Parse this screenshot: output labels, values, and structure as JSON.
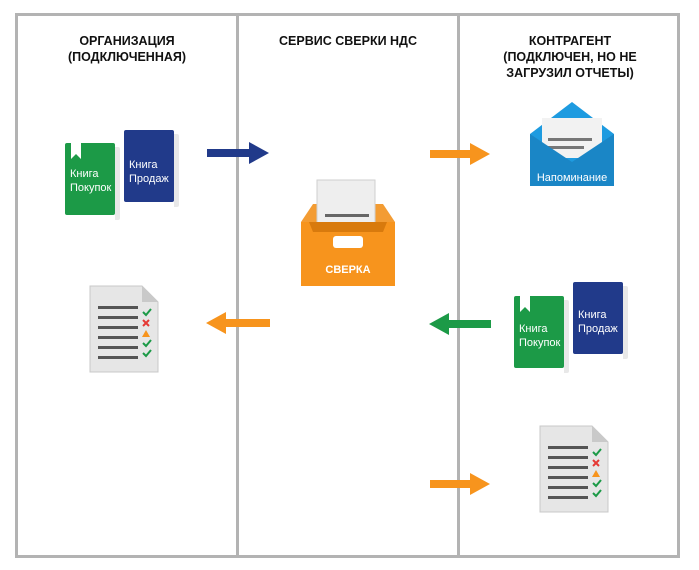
{
  "columns": [
    {
      "title_lines": [
        "ОРГАНИЗАЦИЯ",
        "(ПОДКЛЮЧЕННАЯ)"
      ]
    },
    {
      "title_lines": [
        "СЕРВИС СВЕРКИ НДС"
      ]
    },
    {
      "title_lines": [
        "КОНТРАГЕНТ",
        "(ПОДКЛЮЧЕН, НО НЕ",
        "ЗАГРУЗИЛ ОТЧЕТЫ)"
      ]
    }
  ],
  "books": {
    "purchases_lines": [
      "Книга",
      "Покупок"
    ],
    "sales_lines": [
      "Книга",
      "Продаж"
    ]
  },
  "box_label": "СВЕРКА",
  "envelope_label": "Напоминание",
  "colors": {
    "green": "#1c9a47",
    "navy": "#213a8a",
    "orange": "#f7941d",
    "blue": "#1e9be0",
    "border": "#b3b3b3"
  },
  "report_marks": [
    "check",
    "cross",
    "warning",
    "check",
    "check"
  ],
  "icons": [
    "book-icon",
    "archive-box-icon",
    "envelope-icon",
    "checklist-document-icon",
    "arrow-icon"
  ]
}
